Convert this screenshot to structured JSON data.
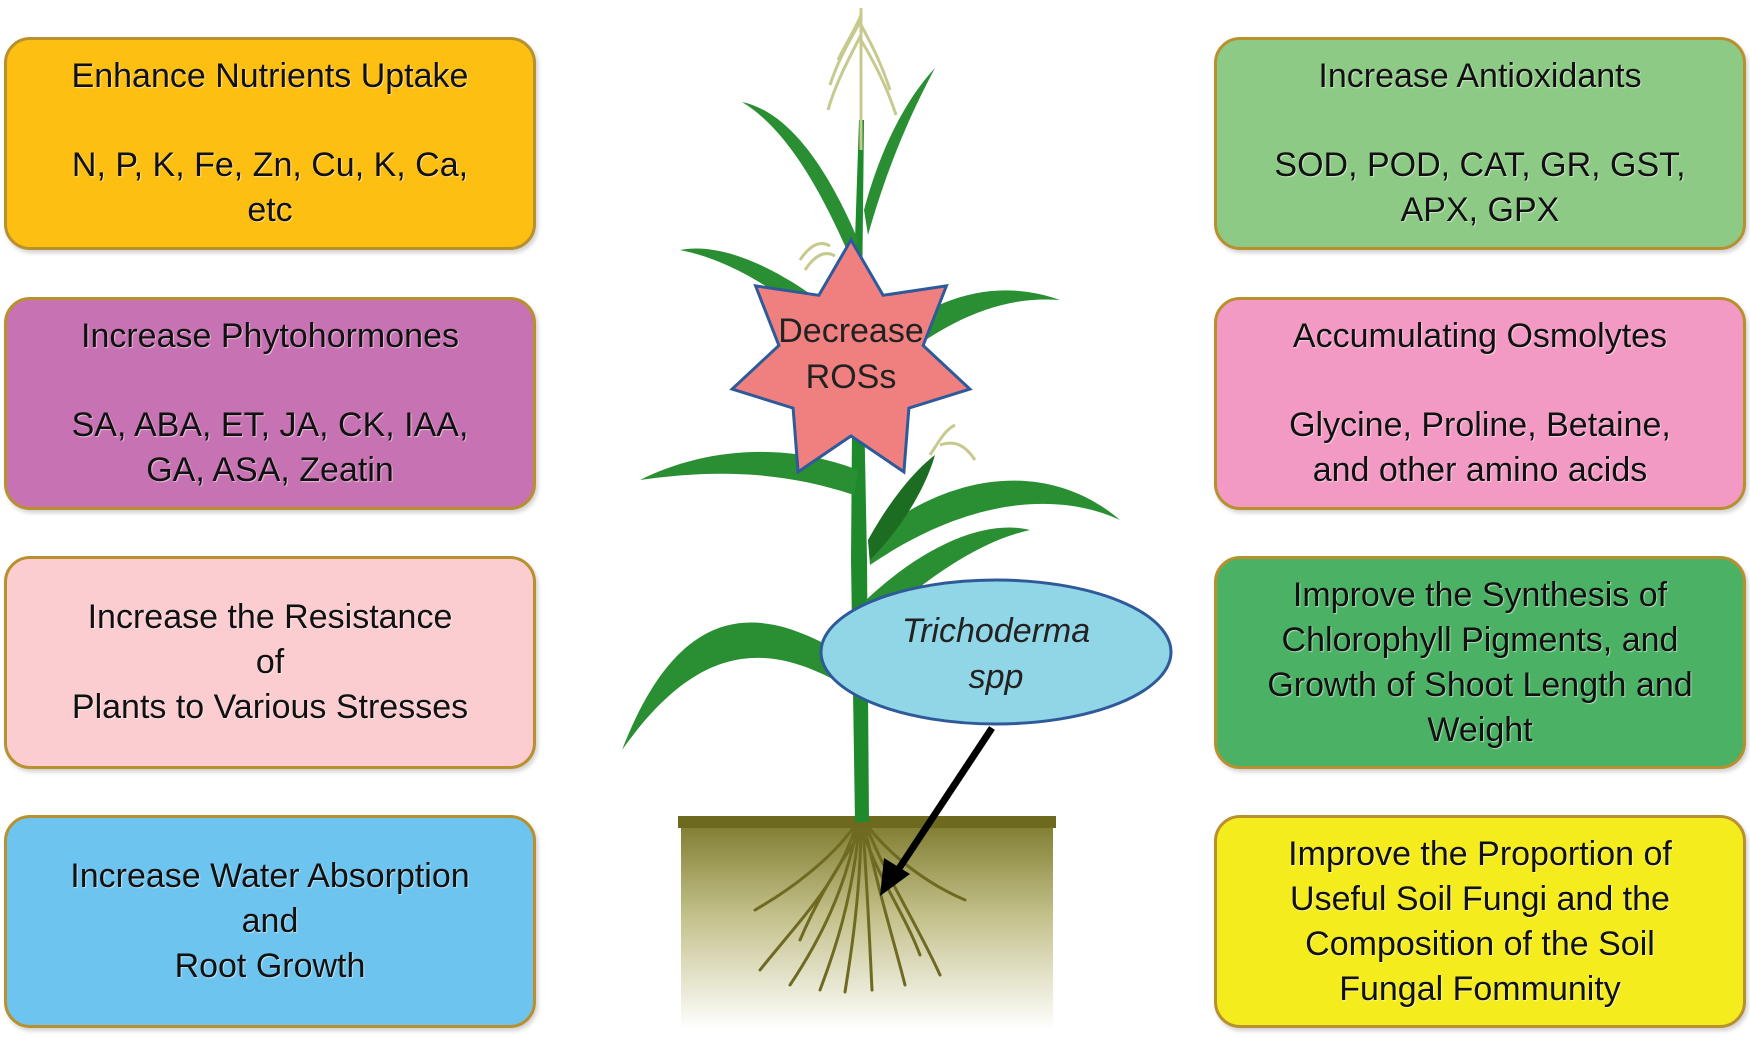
{
  "left_boxes": [
    {
      "title": "Enhance Nutrients Uptake",
      "body": "N, P, K, Fe, Zn, Cu, K, Ca,\netc",
      "color": "#fdbf12"
    },
    {
      "title": "Increase Phytohormones",
      "body": "SA, ABA, ET, JA, CK, IAA,\nGA, ASA, Zeatin",
      "color": "#c772b2"
    },
    {
      "text": "Increase the Resistance\nof\nPlants to Various Stresses",
      "color": "#fbcdd0"
    },
    {
      "text": "Increase Water Absorption\nand\nRoot Growth",
      "color": "#6dc4ee"
    }
  ],
  "right_boxes": [
    {
      "title": "Increase Antioxidants",
      "body": "SOD, POD, CAT, GR, GST,\nAPX, GPX",
      "color": "#8dca85"
    },
    {
      "title": "Accumulating Osmolytes",
      "body": "Glycine, Proline, Betaine,\nand other amino acids",
      "color": "#f29ac4"
    },
    {
      "text": "Improve the Synthesis of\nChlorophyll Pigments, and\nGrowth of Shoot Length and\nWeight",
      "color": "#4bb265"
    },
    {
      "text": "Improve the Proportion of\nUseful Soil Fungi and the\nComposition of the Soil\nFungal Fommunity",
      "color": "#f4ec1c"
    }
  ],
  "center": {
    "star_line1": "Decrease",
    "star_line2": "ROSs",
    "star_color": "#f08080",
    "ellipse_line1": "Trichoderma",
    "ellipse_line2": "spp",
    "ellipse_color": "#90d6e6",
    "stem_color": "#1f8a2c",
    "soil_top_color": "#7a7a2a"
  }
}
